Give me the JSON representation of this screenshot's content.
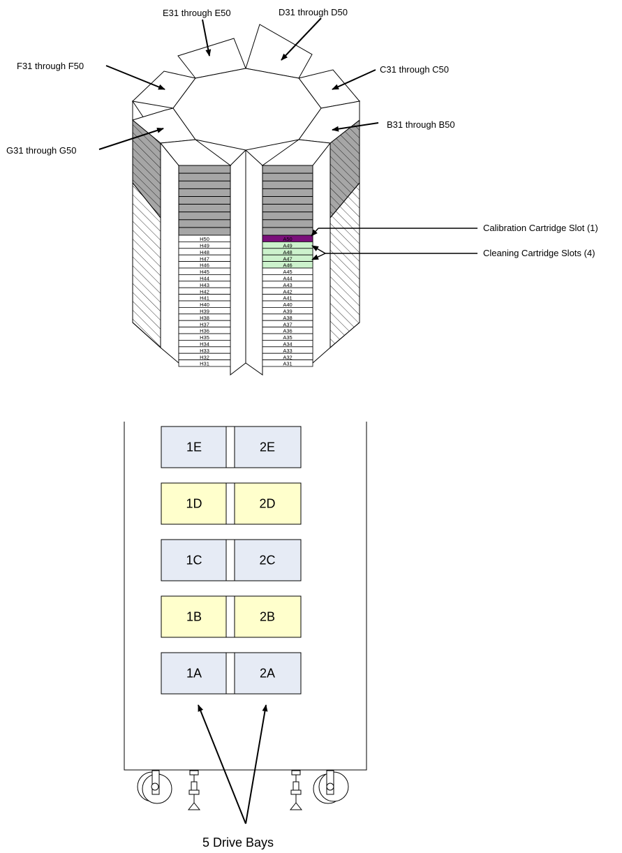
{
  "diagram": {
    "carousel": {
      "callouts": {
        "e": "E31 through E50",
        "d": "D31 through D50",
        "f": "F31 through F50",
        "c": "C31 through C50",
        "g": "G31 through G50",
        "b": "B31 through B50",
        "calibration": "Calibration Cartridge Slot (1)",
        "cleaning": "Cleaning Cartridge Slots (4)"
      },
      "h_slots": [
        "H50",
        "H49",
        "H48",
        "H47",
        "H46",
        "H45",
        "H44",
        "H43",
        "H42",
        "H41",
        "H40",
        "H39",
        "H38",
        "H37",
        "H36",
        "H35",
        "H34",
        "H33",
        "H32",
        "H31"
      ],
      "a_slots": [
        "A50",
        "A49",
        "A48",
        "A47",
        "A46",
        "A45",
        "A44",
        "A43",
        "A42",
        "A41",
        "A40",
        "A39",
        "A38",
        "A37",
        "A36",
        "A35",
        "A34",
        "A33",
        "A32",
        "A31"
      ],
      "colors": {
        "calibration": "#7a0f7a",
        "cleaning": "#ccf2cc",
        "shelf_gray": "#a6a6a6",
        "outline": "#000000"
      }
    },
    "drive_bays": {
      "rows": [
        {
          "left": "1E",
          "right": "2E",
          "color": "#e6ebf5"
        },
        {
          "left": "1D",
          "right": "2D",
          "color": "#ffffcc"
        },
        {
          "left": "1C",
          "right": "2C",
          "color": "#e6ebf5"
        },
        {
          "left": "1B",
          "right": "2B",
          "color": "#ffffcc"
        },
        {
          "left": "1A",
          "right": "2A",
          "color": "#e6ebf5"
        }
      ],
      "caption": "5 Drive Bays"
    }
  }
}
